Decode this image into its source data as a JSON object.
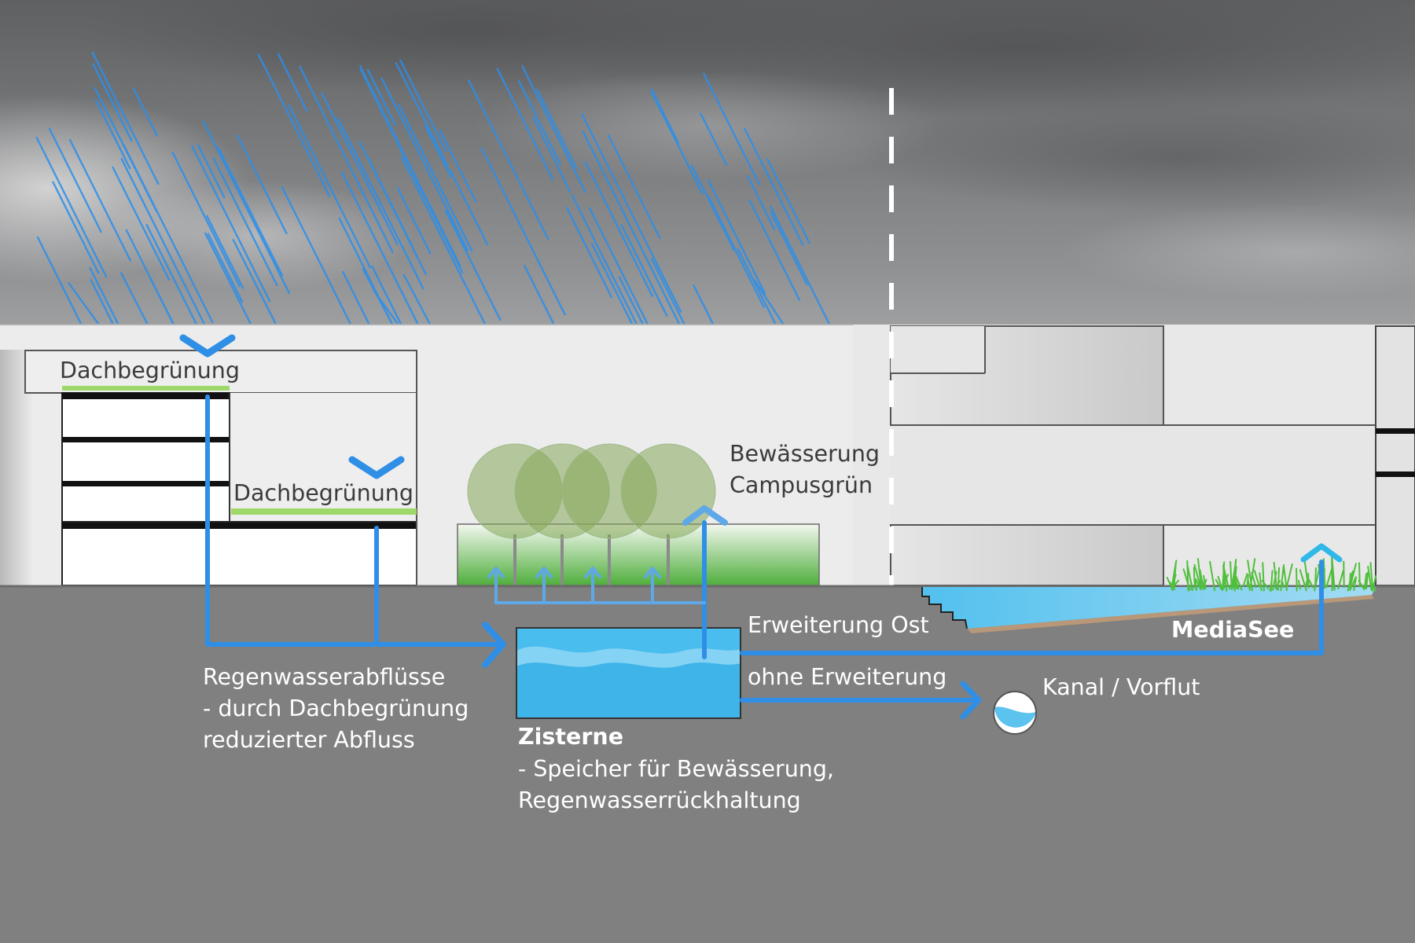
{
  "labels": {
    "dachbegruenung_top": "Dachbegrünung",
    "dachbegruenung_mid": "Dachbegrünung",
    "bewaesserung": [
      "Bewässerung",
      "Campusgrün"
    ],
    "erweiterung_ost": "Erweiterung Ost",
    "ohne_erweiterung": "ohne Erweiterung",
    "kanal": "Kanal / Vorflut",
    "mediasee": "MediaSee",
    "regenwasser": [
      "Regenwasserabflüsse",
      "- durch Dachbegrünung",
      "reduzierter Abfluss"
    ],
    "zisterne_title": "Zisterne",
    "zisterne_desc": [
      "- Speicher für Bewässerung,",
      "Regenwasserrückhaltung"
    ]
  },
  "colors": {
    "sky_top": "#5f6062",
    "sky_bottom": "#d9dadb",
    "ground": "#808080",
    "building": "#ebebeb",
    "water_arrow": "#2f8fe6",
    "water_light": "#5cc2ee",
    "green_roof": "#9fd86a",
    "text_dark": "#3b3b3b",
    "text_light": "#ffffff"
  },
  "icons": {
    "rain": "rain-streaks",
    "divider": "dashed-divider",
    "tree": "tree-canopy",
    "arrow": "flow-arrow",
    "pipe": "pipe-circle"
  }
}
